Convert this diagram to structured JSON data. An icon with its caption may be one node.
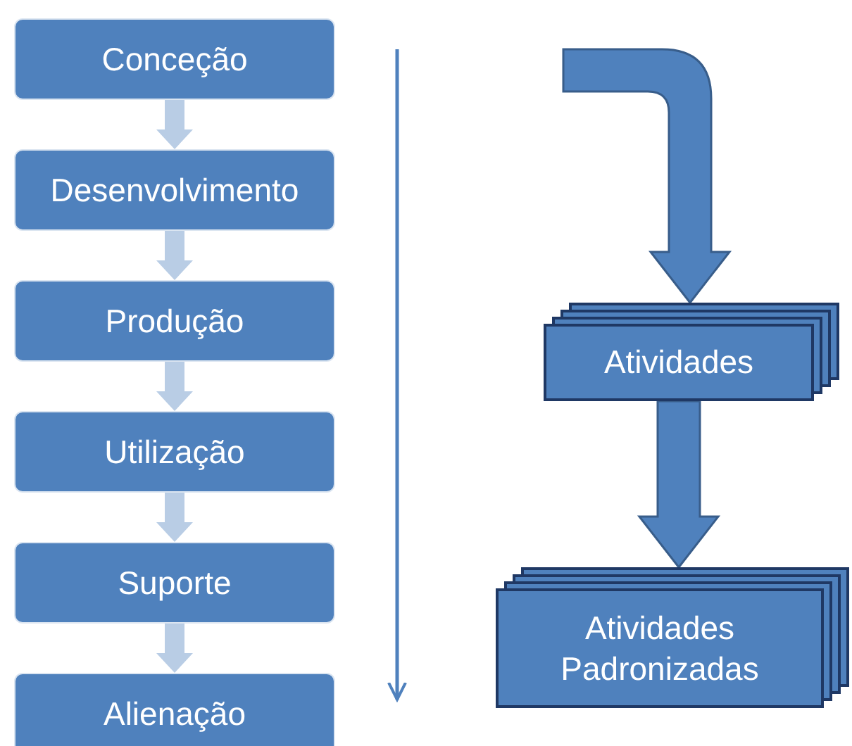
{
  "diagram": {
    "nodes": [
      {
        "text": [
          "Conceção"
        ]
      },
      {
        "text": [
          "Desenvolvimento"
        ]
      },
      {
        "text": [
          "Produção"
        ]
      },
      {
        "text": [
          "Utilização"
        ]
      },
      {
        "text": [
          "Suporte"
        ]
      },
      {
        "text": [
          "Alienação"
        ]
      },
      {
        "text": [
          "Atividades"
        ]
      },
      {
        "text": [
          "Atividades Padronizadas"
        ]
      }
    ],
    "edges": [
      {
        "from": 0,
        "to": 1,
        "arrow": "to"
      },
      {
        "from": 1,
        "to": 2,
        "arrow": "to"
      },
      {
        "from": 2,
        "to": 3,
        "arrow": "to"
      },
      {
        "from": 3,
        "to": 4,
        "arrow": "to"
      },
      {
        "from": 4,
        "to": 5,
        "arrow": "to"
      },
      {
        "from": null,
        "to": 6,
        "arrow": "to",
        "style": "thick",
        "color": "#4f81bd"
      },
      {
        "from": 6,
        "to": 7,
        "arrow": "to",
        "style": "thick",
        "color": "#4f81bd"
      }
    ]
  }
}
